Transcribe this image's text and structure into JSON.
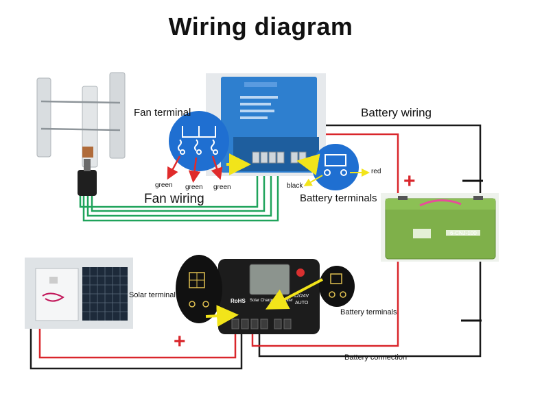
{
  "title": "Wiring diagram",
  "labels": {
    "fan_terminal": "Fan terminal",
    "battery_wiring": "Battery wiring",
    "fan_wiring": "Fan wiring",
    "battery_terminals_top": "Battery terminals",
    "solar_terminal": "Solar terminal",
    "battery_terminals_bottom": "Battery terminals",
    "battery_connection": "Battery connection",
    "green_1": "green",
    "green_2": "green",
    "green_3": "green",
    "red": "red",
    "black": "black"
  },
  "signs": {
    "plus_top": "+",
    "minus_top": "—",
    "plus_bottom": "+",
    "minus_bottom": "—"
  },
  "device_text": {
    "controller_rohs": "RoHS",
    "controller_name": "Solar Charge Controller",
    "controller_voltage": "12/24V",
    "controller_mode": "AUTO",
    "battery_model": "6-CNJ-100"
  },
  "colors": {
    "wire_red": "#d9262b",
    "wire_black": "#1a1a1a",
    "wire_green": "#1fa35b",
    "callout_blue": "#1f6fd1",
    "arrow_yellow": "#f2e41a",
    "arrow_red": "#e02b2b",
    "battery_green": "#7fb04a"
  }
}
